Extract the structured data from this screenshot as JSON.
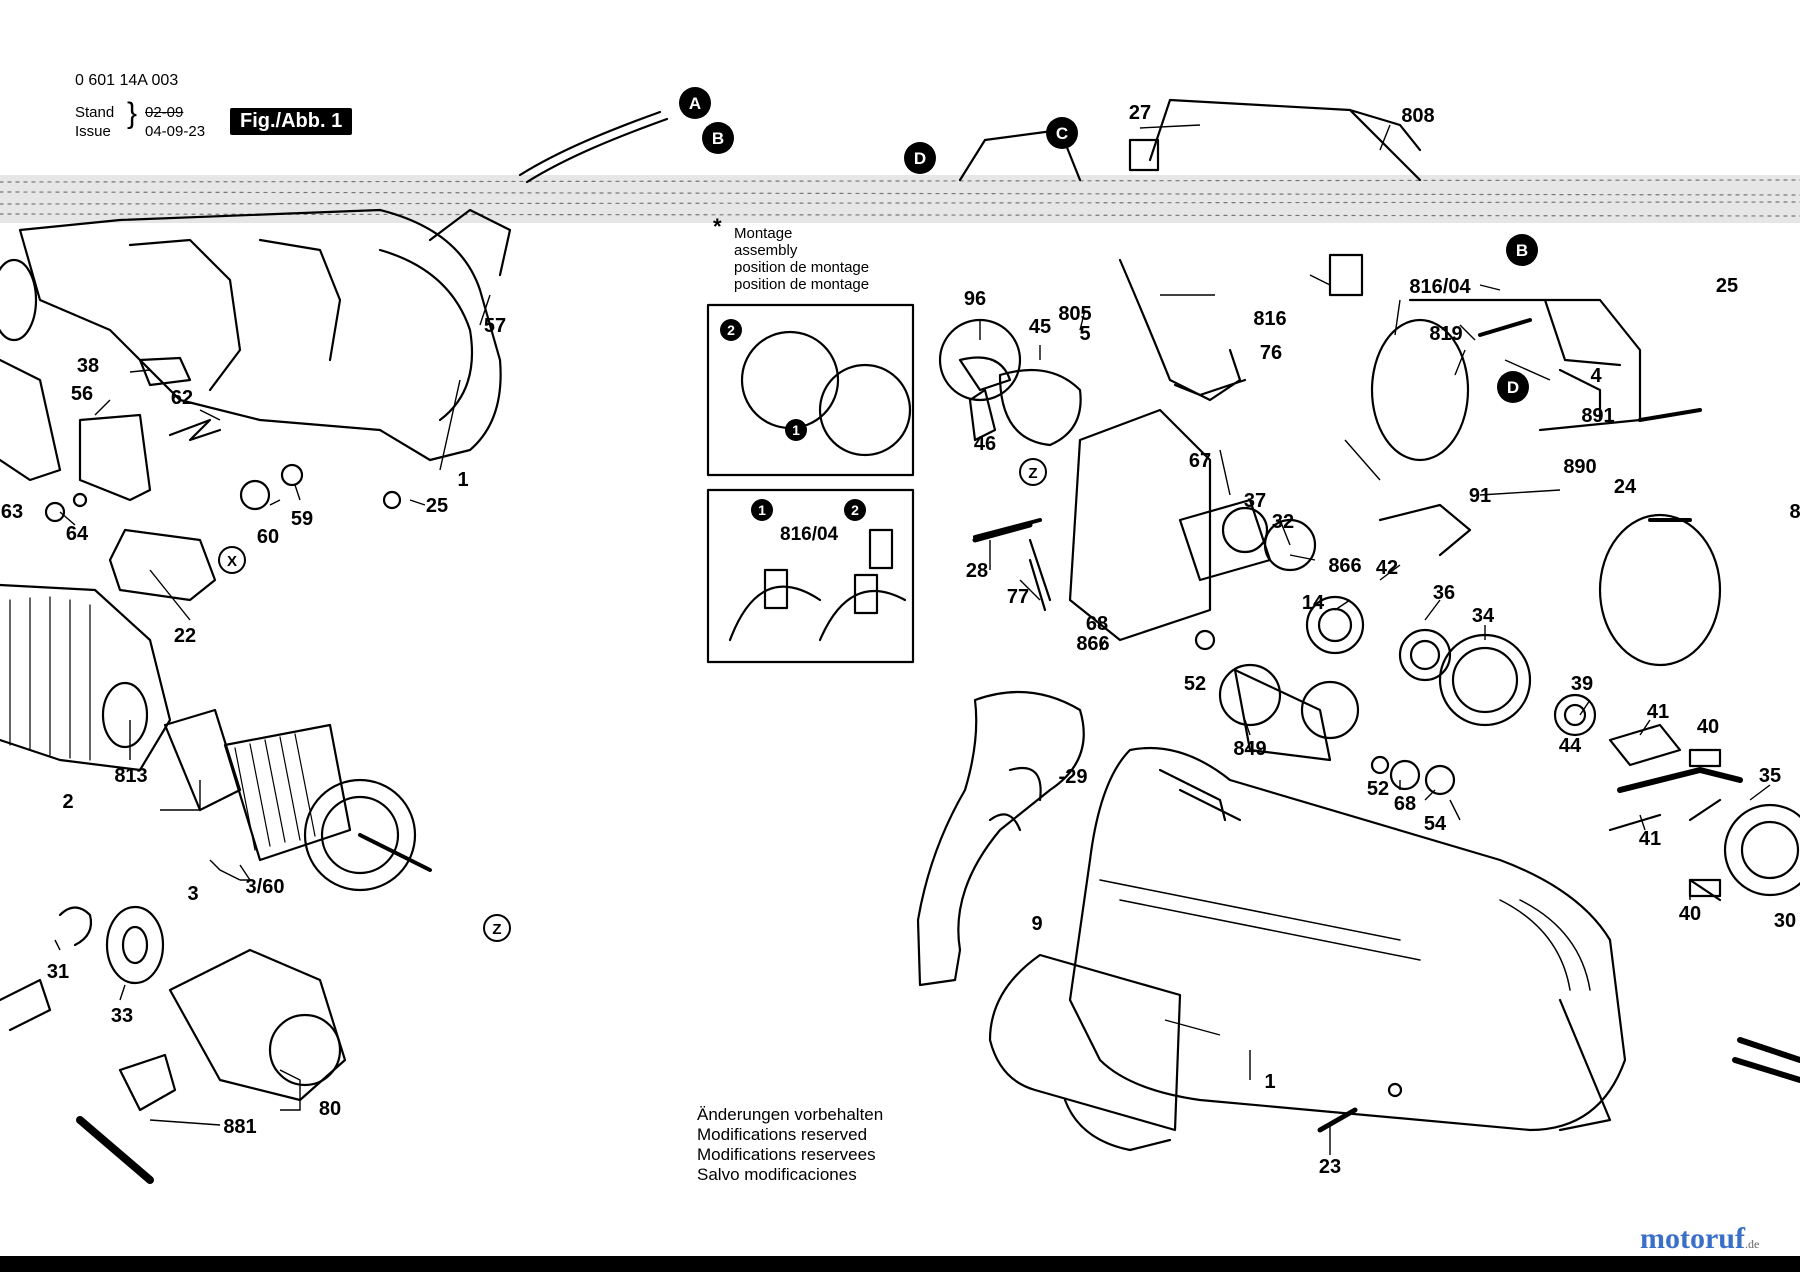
{
  "header": {
    "doc_number": "0 601 14A 003",
    "stand_label": "Stand",
    "stand_value": "02-09",
    "issue_label": "Issue",
    "issue_value": "04-09-23",
    "figure_badge": "Fig./Abb. 1"
  },
  "assembly_note": {
    "star": "*",
    "lines": [
      "Montage",
      "assembly",
      "position de montage",
      "position de montage"
    ]
  },
  "inset2_label": "816/04",
  "callouts": [
    "A",
    "B",
    "C",
    "D",
    "B",
    "D",
    "X",
    "Z",
    "Z"
  ],
  "step_markers": [
    "2",
    "1",
    "1",
    "2"
  ],
  "part_labels": [
    "27",
    "808",
    "57",
    "38",
    "56",
    "62",
    "1",
    "63",
    "64",
    "60",
    "59",
    "25",
    "22",
    "2",
    "813",
    "3",
    "3/60",
    "31",
    "33",
    "881",
    "80",
    "96",
    "45",
    "805",
    "5",
    "46",
    "816",
    "816/04",
    "819",
    "4",
    "25",
    "76",
    "91",
    "891",
    "890",
    "24",
    "8",
    "67",
    "37",
    "32",
    "866",
    "42",
    "36",
    "34",
    "28",
    "77",
    "14",
    "68",
    "866",
    "52",
    "849",
    "52",
    "68",
    "54",
    "39",
    "41",
    "40",
    "44",
    "35",
    "41",
    "40",
    "30",
    "-29",
    "9",
    "1",
    "23"
  ],
  "footer_notes": [
    "Änderungen vorbehalten",
    "Modifications reserved",
    "Modifications reservees",
    "Salvo modificaciones"
  ],
  "watermark": {
    "brand": "motoruf",
    "tld": ".de"
  }
}
